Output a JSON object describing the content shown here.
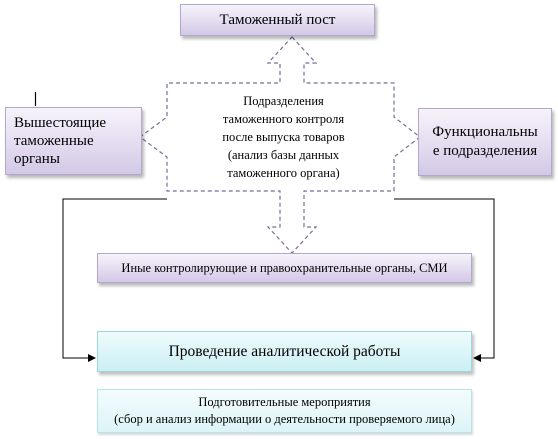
{
  "diagram": {
    "top_box": "Таможенный пост",
    "left_box": [
      "Вышестоящие",
      "таможенные",
      "органы"
    ],
    "right_box": [
      "Функциональны",
      "е подразделения"
    ],
    "center_lines": [
      "Подразделения",
      "таможенного контроля",
      "после выпуска товаров",
      "(анализ базы данных",
      "таможенного органа)"
    ],
    "other_agencies": "Иные контролирующие и правоохранительные органы, СМИ",
    "analysis": "Проведение аналитической работы",
    "preparatory_title": "Подготовительные мероприятия",
    "preparatory_detail": "(сбор и анализ информации о деятельности проверяемого лица)"
  },
  "colors": {
    "lavender_fill": "#e4dcf0",
    "lavender_border": "#b3a7cc",
    "aqua_fill": "#cbeff3",
    "arrow_dash": "#7b6e99",
    "connector_line": "#000000"
  }
}
